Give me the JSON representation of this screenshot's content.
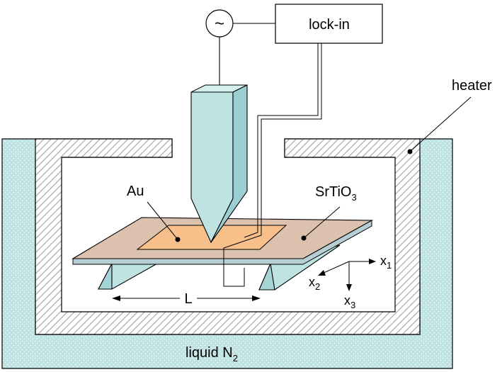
{
  "labels": {
    "lockin": "lock-in",
    "source_symbol": "~",
    "heater": "heater",
    "au": "Au",
    "srtio_main": "SrTiO",
    "srtio_sub": "3",
    "length": "L",
    "x1_main": "x",
    "x1_sub": "1",
    "x2_main": "x",
    "x2_sub": "2",
    "x3_main": "x",
    "x3_sub": "3",
    "bath_main": "liquid N",
    "bath_sub": "2"
  },
  "colors": {
    "liquid_nitrogen": "#bfe3e3",
    "heater_hatch": "#a8a8a8",
    "substrate": "#dcc2ae",
    "substrate_edge": "#b7cfd3",
    "gold_electrode": "#f7c08a",
    "probe": "#bfe3e3",
    "supports": "#bfe3e3"
  }
}
